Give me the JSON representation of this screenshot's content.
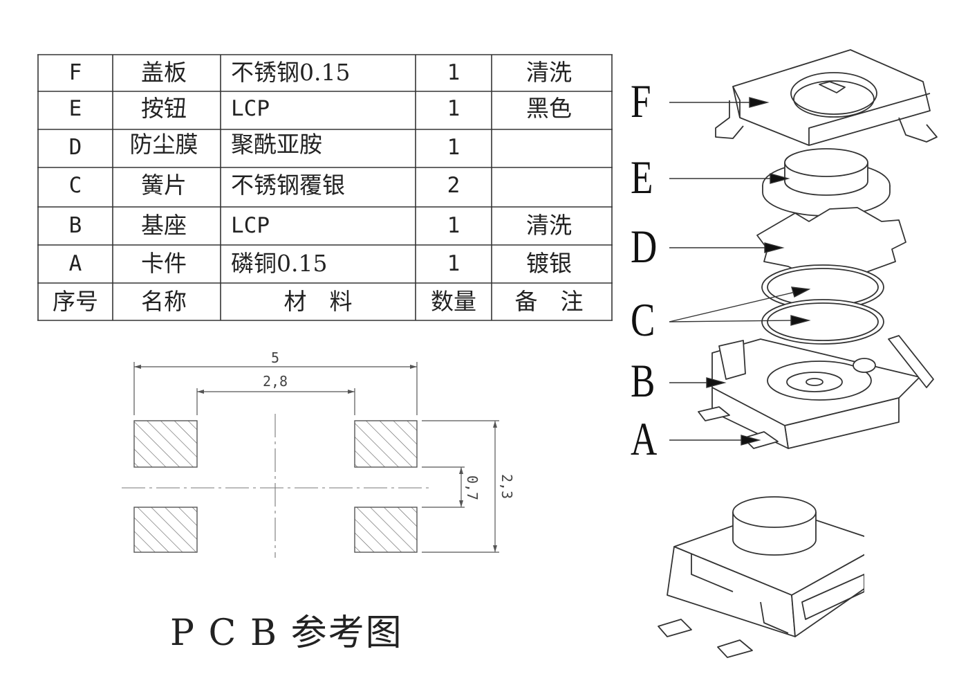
{
  "table": {
    "rows": [
      {
        "no": "F",
        "name": "盖板",
        "material": "不锈钢0.15",
        "qty": "1",
        "note": "清洗"
      },
      {
        "no": "E",
        "name": "按钮",
        "material": "LCP",
        "qty": "1",
        "note": "黑色"
      },
      {
        "no": "D",
        "name": "防尘膜",
        "material": "聚酰亚胺",
        "qty": "1",
        "note": ""
      },
      {
        "no": "C",
        "name": "簧片",
        "material": "不锈钢覆银",
        "qty": "2",
        "note": ""
      },
      {
        "no": "B",
        "name": "基座",
        "material": "LCP",
        "qty": "1",
        "note": "清洗"
      },
      {
        "no": "A",
        "name": "卡件",
        "material": "磷铜0.15",
        "qty": "1",
        "note": "镀银"
      }
    ],
    "header": {
      "no": "序号",
      "name": "名称",
      "material": "材　料",
      "qty": "数量",
      "note": "备　注"
    }
  },
  "pcb": {
    "title": "P C B 参考图",
    "dims": {
      "overall_width": "5",
      "inner_gap": "2,8",
      "slot_gap": "0,7",
      "overall_height": "2,3"
    }
  },
  "callouts": [
    "F",
    "E",
    "D",
    "C",
    "B",
    "A"
  ]
}
